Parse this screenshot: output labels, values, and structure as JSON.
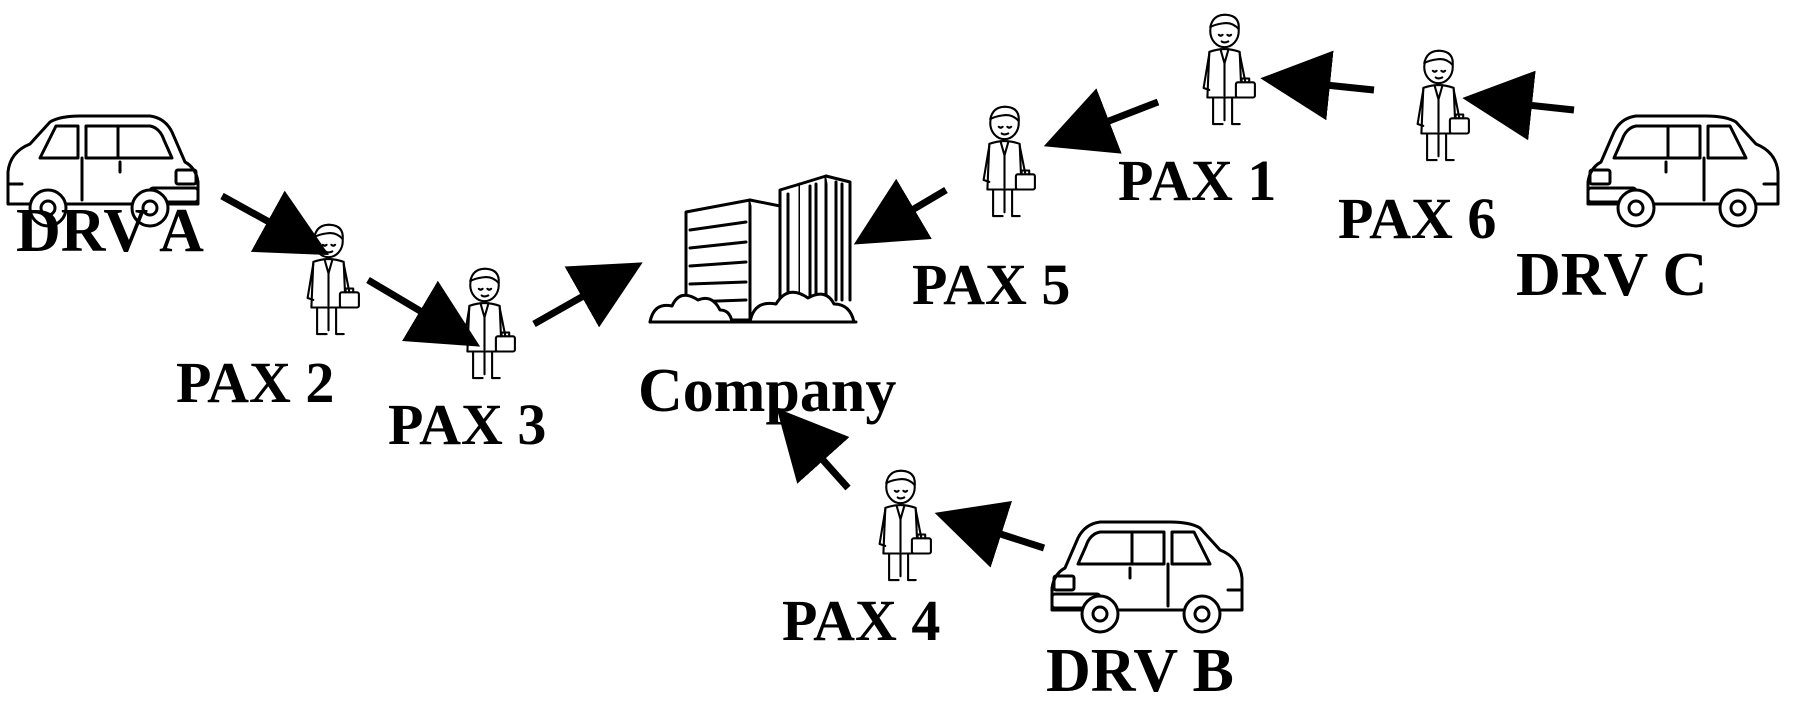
{
  "labels": {
    "drv_a": "DRV A",
    "drv_b": "DRV B",
    "drv_c": "DRV C",
    "pax_1": "PAX 1",
    "pax_2": "PAX 2",
    "pax_3": "PAX 3",
    "pax_4": "PAX 4",
    "pax_5": "PAX 5",
    "pax_6": "PAX 6",
    "company": "Company"
  },
  "icons": {
    "car": "car-icon",
    "passenger": "passenger-icon",
    "building": "building-icon"
  },
  "routes": [
    {
      "driver": "DRV A",
      "stops": [
        "PAX 2",
        "PAX 3"
      ],
      "destination": "Company"
    },
    {
      "driver": "DRV B",
      "stops": [
        "PAX 4"
      ],
      "destination": "Company"
    },
    {
      "driver": "DRV C",
      "stops": [
        "PAX 6",
        "PAX 1",
        "PAX 5"
      ],
      "destination": "Company"
    }
  ],
  "colors": {
    "ink": "#000000",
    "background": "#ffffff"
  }
}
